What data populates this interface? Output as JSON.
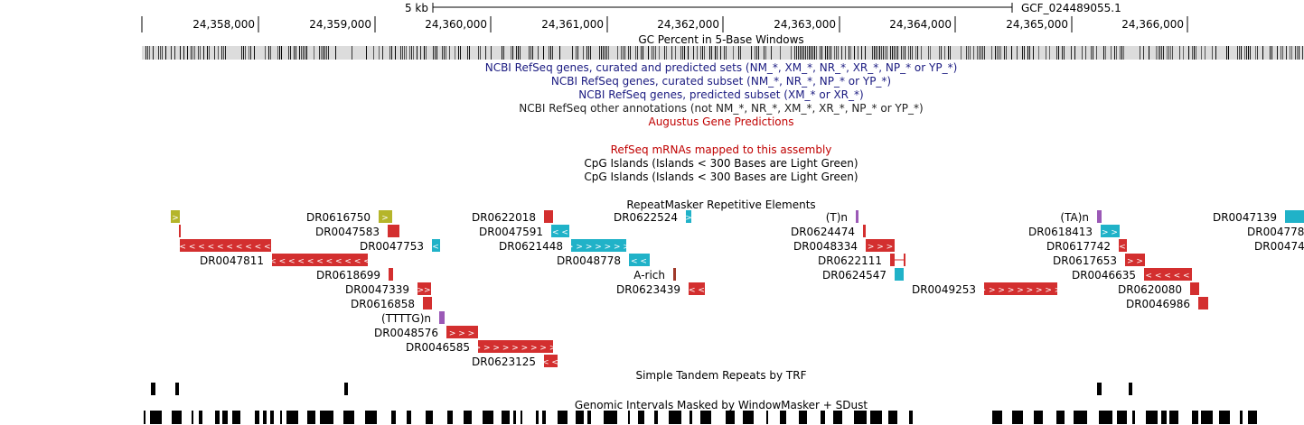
{
  "scale": {
    "label": "5 kb",
    "assembly": "GCF_024489055.1"
  },
  "ruler": {
    "labels": [
      "24,358,000",
      "24,359,000",
      "24,360,000",
      "24,361,000",
      "24,362,000",
      "24,363,000",
      "24,364,000",
      "24,365,000",
      "24,366,000"
    ]
  },
  "tracks": {
    "gc": "GC Percent in 5-Base Windows",
    "ncbi_all": "NCBI RefSeq genes, curated and predicted sets (NM_*, XM_*, NR_*, XR_*, NP_* or YP_*)",
    "ncbi_curated": "NCBI RefSeq genes, curated subset (NM_*, NR_*, NP_* or YP_*)",
    "ncbi_predicted": "NCBI RefSeq genes, predicted subset (XM_* or XR_*)",
    "ncbi_other": "NCBI RefSeq other annotations (not NM_*, NR_*, XM_*, XR_*, NP_* or YP_*)",
    "augustus": "Augustus Gene Predictions",
    "refseq_mrna": "RefSeq mRNAs mapped to this assembly",
    "cpg1": "CpG Islands (Islands < 300 Bases are Light Green)",
    "cpg2": "CpG Islands (Islands < 300 Bases are Light Green)",
    "repeatmasker": "RepeatMasker Repetitive Elements",
    "trf": "Simple Tandem Repeats by TRF",
    "windowmasker": "Genomic Intervals Masked by WindowMasker + SDust"
  },
  "colors": {
    "red": "#d32f2f",
    "cyan": "#20b2c8",
    "olive": "#b5b52a",
    "purple": "#9b59b6",
    "darkred": "#a0392a",
    "navy": "#1a1a80",
    "crimson": "#c00000"
  },
  "repeats": [
    {
      "label": "",
      "color": "olive",
      "row": 0,
      "dir": ">"
    },
    {
      "label": "DR0616750",
      "color": "olive",
      "row": 0,
      "dir": ">"
    },
    {
      "label": "DR0622018",
      "color": "red",
      "row": 0,
      "dir": ""
    },
    {
      "label": "DR0622524",
      "color": "cyan",
      "row": 0,
      "dir": ">"
    },
    {
      "label": "(T)n",
      "color": "purple",
      "row": 0,
      "dir": ""
    },
    {
      "label": "(TA)n",
      "color": "purple",
      "row": 0,
      "dir": ""
    },
    {
      "label": "DR0047139",
      "color": "cyan",
      "row": 0,
      "dir": ""
    },
    {
      "label": "",
      "color": "red",
      "row": 1,
      "dir": ""
    },
    {
      "label": "DR0047583",
      "color": "red",
      "row": 1,
      "dir": ""
    },
    {
      "label": "DR0047591",
      "color": "cyan",
      "row": 1,
      "dir": "<"
    },
    {
      "label": "DR0624474",
      "color": "red",
      "row": 1,
      "dir": ""
    },
    {
      "label": "DR0618413",
      "color": "cyan",
      "row": 1,
      "dir": ">"
    },
    {
      "label": "DR004778",
      "color": "red",
      "row": 1,
      "dir": ""
    },
    {
      "label": "",
      "color": "red",
      "row": 2,
      "dir": "<"
    },
    {
      "label": "DR0047753",
      "color": "cyan",
      "row": 2,
      "dir": "<"
    },
    {
      "label": "DR0621448",
      "color": "cyan",
      "row": 2,
      "dir": ">"
    },
    {
      "label": "DR0048334",
      "color": "red",
      "row": 2,
      "dir": ">"
    },
    {
      "label": "DR0617742",
      "color": "red",
      "row": 2,
      "dir": "<"
    },
    {
      "label": "DR00474",
      "color": "red",
      "row": 2,
      "dir": ""
    },
    {
      "label": "DR0047811",
      "color": "red",
      "row": 3,
      "dir": "<"
    },
    {
      "label": "DR0048778",
      "color": "cyan",
      "row": 3,
      "dir": "<"
    },
    {
      "label": "DR0622111",
      "color": "red",
      "row": 3,
      "dir": ""
    },
    {
      "label": "DR0617653",
      "color": "red",
      "row": 3,
      "dir": ">"
    },
    {
      "label": "DR0618699",
      "color": "red",
      "row": 4,
      "dir": ""
    },
    {
      "label": "A-rich",
      "color": "darkred",
      "row": 4,
      "dir": ""
    },
    {
      "label": "DR0624547",
      "color": "cyan",
      "row": 4,
      "dir": ""
    },
    {
      "label": "DR0046635",
      "color": "red",
      "row": 4,
      "dir": "<"
    },
    {
      "label": "DR0047339",
      "color": "red",
      "row": 5,
      "dir": ">"
    },
    {
      "label": "DR0623439",
      "color": "red",
      "row": 5,
      "dir": "<"
    },
    {
      "label": "DR0049253",
      "color": "red",
      "row": 5,
      "dir": ">"
    },
    {
      "label": "DR0620080",
      "color": "red",
      "row": 5,
      "dir": ""
    },
    {
      "label": "DR0616858",
      "color": "red",
      "row": 6,
      "dir": ""
    },
    {
      "label": "DR0046986",
      "color": "red",
      "row": 6,
      "dir": ""
    },
    {
      "label": "(TTTTG)n",
      "color": "purple",
      "row": 7,
      "dir": ""
    },
    {
      "label": "DR0048576",
      "color": "red",
      "row": 8,
      "dir": ">"
    },
    {
      "label": "DR0046585",
      "color": "red",
      "row": 9,
      "dir": ">"
    },
    {
      "label": "DR0623125",
      "color": "red",
      "row": 10,
      "dir": "<"
    }
  ]
}
